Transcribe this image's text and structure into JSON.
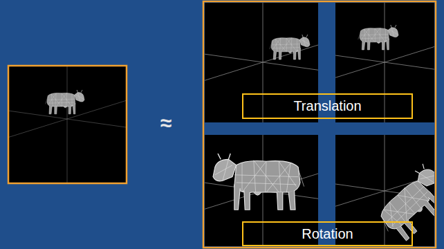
{
  "diagram": {
    "nodes": [
      {
        "text": [
          "Translation"
        ]
      },
      {
        "text": [
          "Rotation"
        ]
      }
    ],
    "labels": [
      "≈"
    ]
  }
}
